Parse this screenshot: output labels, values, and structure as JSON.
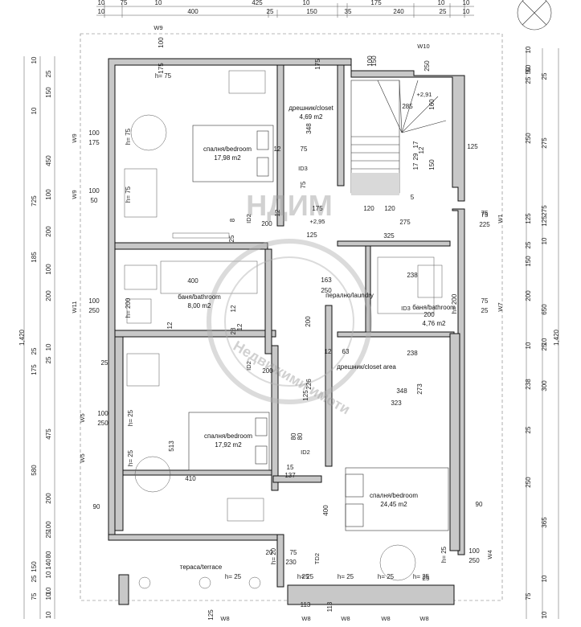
{
  "rooms": {
    "closet_top": {
      "name": "дрешник/closet",
      "area": "4,69 m2"
    },
    "bedroom_1": {
      "name": "спалня/bedroom",
      "area": "17,98 m2"
    },
    "bathroom_1": {
      "name": "баня/bathroom",
      "area": "8,00 m2"
    },
    "laundry": {
      "name": "перално/laundry"
    },
    "bathroom_2": {
      "name": "баня/bathroom",
      "area": "4,76 m2"
    },
    "closet_area": {
      "name": "дрешник/closet area"
    },
    "bedroom_2": {
      "name": "спалня/bedroom",
      "area": "17,92 m2"
    },
    "bedroom_3": {
      "name": "спалня/bedroom",
      "area": "24,45 m2"
    },
    "terrace": {
      "name": "тераса/terrace"
    }
  },
  "windows": {
    "W9_top": "W9",
    "W10": "W10",
    "W1": "W1",
    "W7": "W7",
    "W4": "W4",
    "W9_a": "W9",
    "W9_b": "W9",
    "W11": "W11",
    "W5_a": "W5",
    "W5_b": "W5",
    "W8_a": "W8",
    "W8_b": "W8",
    "W8_c": "W8",
    "W8_d": "W8",
    "W8_e": "W8"
  },
  "doors": {
    "ID3_a": "ID3",
    "ID3_b": "ID3",
    "ID2_a": "ID2",
    "ID2_b": "ID2",
    "ID2_c": "ID2",
    "TD2": "TD2"
  },
  "levels": {
    "stair_level": "+2,91",
    "floor_level": "+2,95"
  },
  "watermark": {
    "top": "НДИМ",
    "bottom": "Недвижими имоти"
  },
  "dims": {
    "top_row1": [
      "10",
      "75",
      "10",
      "425",
      "10",
      "175",
      "10",
      "10"
    ],
    "top_row2": [
      "10",
      "400",
      "25",
      "150",
      "35",
      "240",
      "25",
      "10"
    ],
    "left_outer": [
      "1,420"
    ],
    "left_mid": [
      "725",
      "185",
      "175",
      "580",
      "150"
    ],
    "left_inner": [
      "150",
      "450",
      "100",
      "200",
      "100",
      "200",
      "475",
      "200",
      "100",
      "140",
      "80",
      "25",
      "25",
      "10"
    ],
    "left_tiny": [
      "10",
      "25",
      "10",
      "10",
      "25",
      "10",
      "25",
      "10",
      "75",
      "10"
    ],
    "right_outer": [
      "1,420"
    ],
    "right_mid": [
      "275",
      "275",
      "650",
      "300",
      "365"
    ],
    "right_inner": [
      "250",
      "125",
      "150",
      "200",
      "238",
      "250",
      "50"
    ],
    "right_tiny": [
      "10",
      "25",
      "25",
      "10",
      "50",
      "125",
      "25",
      "10",
      "10",
      "25",
      "25",
      "10",
      "75",
      "10"
    ],
    "inner": [
      "175",
      "100",
      "150",
      "250",
      "285",
      "160",
      "348",
      "12",
      "75",
      "125",
      "17",
      "17",
      "12",
      "29",
      "150",
      "12",
      "120",
      "120",
      "275",
      "325",
      "200",
      "175",
      "125",
      "75",
      "238",
      "163",
      "250",
      "400",
      "513",
      "410",
      "137",
      "323",
      "348",
      "273",
      "200",
      "226",
      "125",
      "80",
      "200",
      "12",
      "63",
      "12",
      "238",
      "15",
      "80",
      "90",
      "90",
      "25",
      "75",
      "230",
      "20",
      "113",
      "25",
      "25",
      "125",
      "113",
      "400",
      "8",
      "25",
      "12",
      "12",
      "5",
      "75",
      "28",
      "200"
    ],
    "window_sizes": [
      "h= 75",
      "h= 75",
      "h= 75",
      "h= 200",
      "h= 25",
      "h= 25",
      "h= 25",
      "h= 25",
      "h= 25",
      "h= 25",
      "h= 20",
      "h= 25",
      "h= 200",
      "h= 25"
    ],
    "window_dims": [
      "100",
      "175",
      "100",
      "175",
      "100",
      "50",
      "100",
      "250",
      "100",
      "250",
      "75",
      "225",
      "75",
      "25",
      "100",
      "250"
    ]
  }
}
